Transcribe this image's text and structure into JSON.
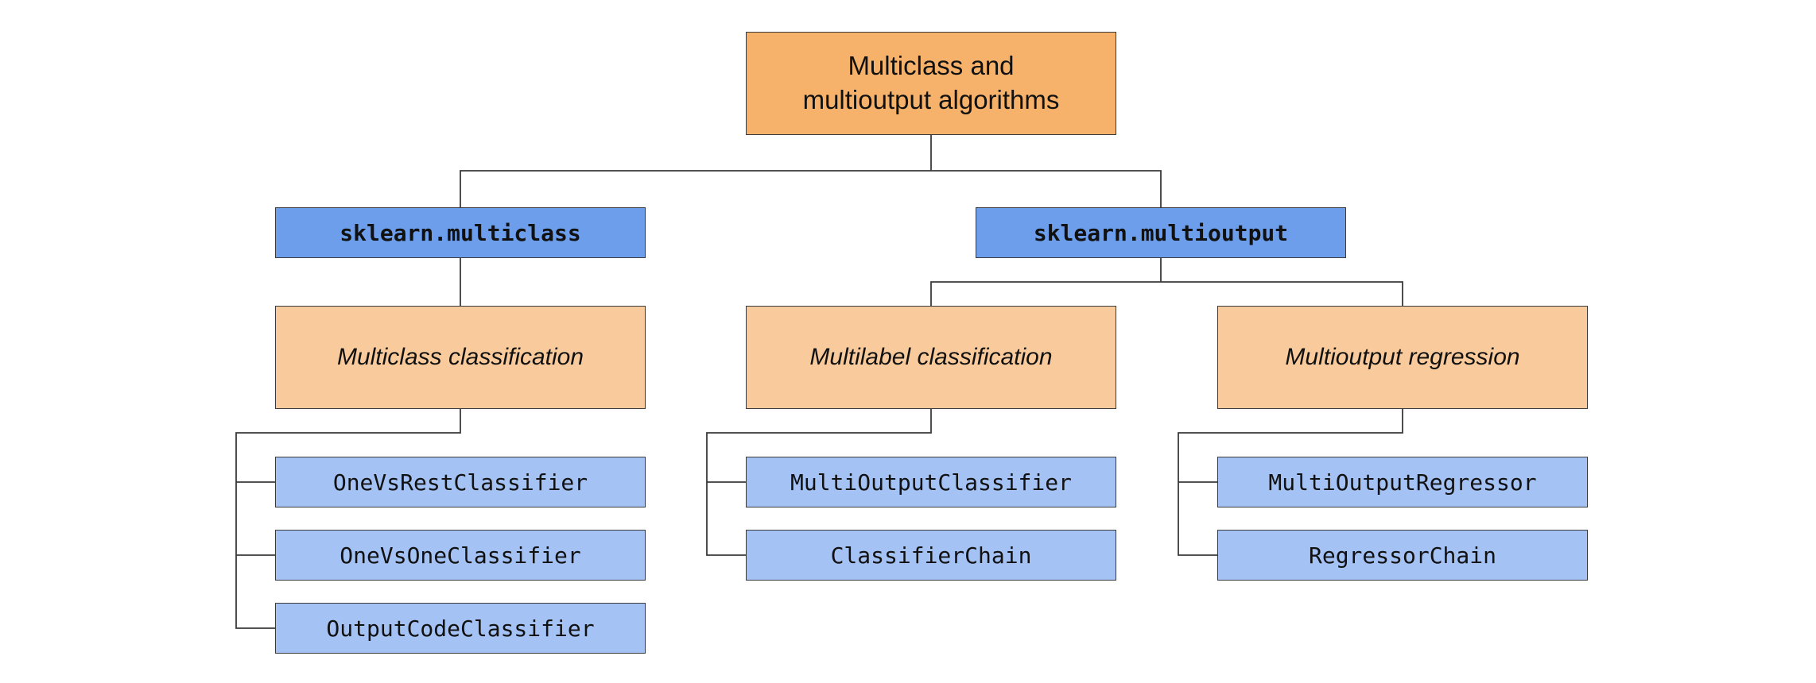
{
  "root": {
    "label_line1": "Multiclass and",
    "label_line2": "multioutput algorithms"
  },
  "modules": {
    "multiclass": "sklearn.multiclass",
    "multioutput": "sklearn.multioutput"
  },
  "categories": {
    "multiclass_classification": "Multiclass classification",
    "multilabel_classification": "Multilabel classification",
    "multioutput_regression": "Multioutput regression"
  },
  "estimators": {
    "multiclass_classification": [
      "OneVsRestClassifier",
      "OneVsOneClassifier",
      "OutputCodeClassifier"
    ],
    "multilabel_classification": [
      "MultiOutputClassifier",
      "ClassifierChain"
    ],
    "multioutput_regression": [
      "MultiOutputRegressor",
      "RegressorChain"
    ]
  },
  "colors": {
    "root_fill": "#f6b26b",
    "module_fill": "#6d9eeb",
    "category_fill": "#f9cb9c",
    "estimator_fill": "#a4c2f4",
    "line": "#3a3a3a"
  }
}
